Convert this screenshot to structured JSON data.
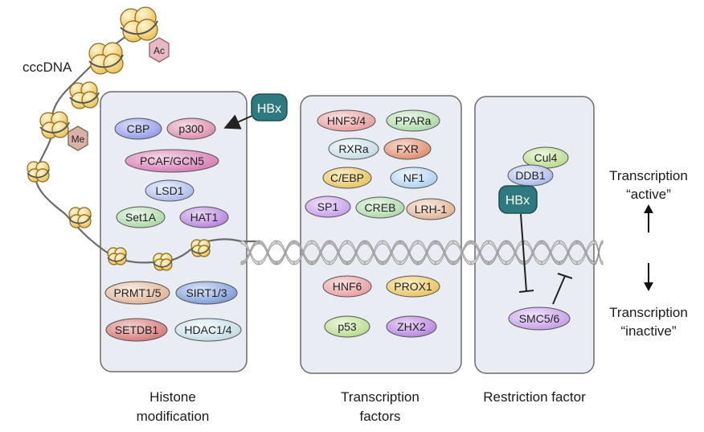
{
  "diagram": {
    "dna_label": "cccDNA",
    "marks": [
      {
        "id": "acetyl",
        "text": "Ac"
      },
      {
        "id": "methyl",
        "text": "Me"
      }
    ],
    "panels": {
      "histone": {
        "title": [
          "Histone",
          "modification"
        ],
        "hbx": "HBx",
        "upper": [
          "CBP",
          "p300",
          "PCAF/GCN5",
          "LSD1",
          "Set1A",
          "HAT1"
        ],
        "lower": [
          "PRMT1/5",
          "SIRT1/3",
          "SETDB1",
          "HDAC1/4"
        ]
      },
      "tf": {
        "title": [
          "Transcription",
          "factors"
        ],
        "upper": [
          "HNF3/4",
          "PPARa",
          "RXRa",
          "FXR",
          "C/EBP",
          "NF1",
          "SP1",
          "CREB",
          "LRH-1"
        ],
        "lower": [
          "HNF6",
          "PROX1",
          "p53",
          "ZHX2"
        ]
      },
      "restriction": {
        "title": [
          "Restriction factor"
        ],
        "upper": [
          "Cul4",
          "DDB1"
        ],
        "hbx": "HBx",
        "lower": [
          "SMC5/6"
        ]
      }
    },
    "states": {
      "active": [
        "Transcription",
        "“active”"
      ],
      "inactive": [
        "Transcription",
        "“inactive”"
      ]
    },
    "colors": {
      "panel_fill": "#e9ecf3",
      "panel_stroke": "#6b6b6b",
      "hbx": "#2f7a80",
      "nucleosome": "#f2cf6b",
      "helix": "#b9b9b9"
    }
  }
}
